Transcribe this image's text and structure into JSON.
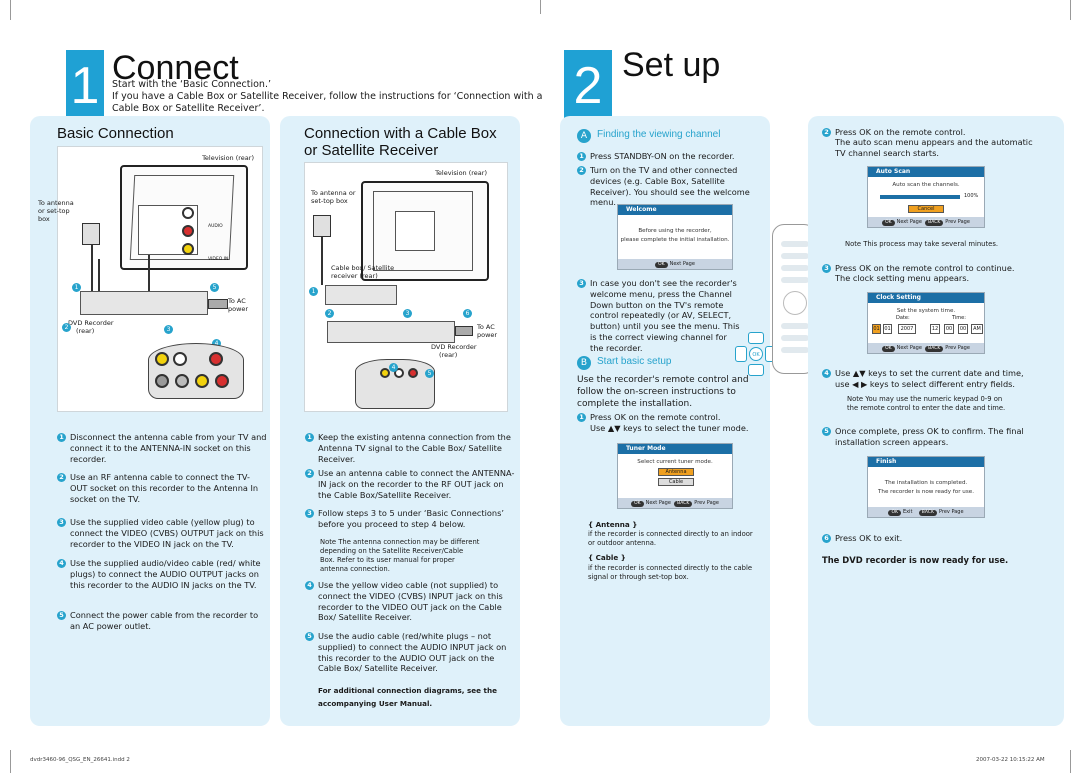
{
  "section1": {
    "number": "1",
    "title": "Connect",
    "intro1": "Start with the ‘Basic Connection.’",
    "intro2": "If you have a Cable Box or Satellite Receiver, follow the instructions for ‘Connection with a",
    "intro3": "Cable Box or Satellite Receiver’."
  },
  "basic": {
    "heading": "Basic Connection",
    "tv_label": "Television (rear)",
    "antenna_label1": "To antenna",
    "antenna_label2": "or set-top",
    "antenna_label3": "box",
    "audio_label": "AUDIO",
    "video_label": "VIDEO IN",
    "dvd_label": "DVD Recorder",
    "dvd_rear": "(rear)",
    "to_ac1": "To AC",
    "to_ac2": "power",
    "steps": [
      {
        "n": "1",
        "text": "Disconnect the antenna cable from your TV and connect it to the ANTENNA-IN socket on this recorder."
      },
      {
        "n": "2",
        "text": "Use an RF antenna cable to connect the TV-OUT socket on this recorder to the Antenna In socket on the TV."
      },
      {
        "n": "3",
        "text": "Use the supplied video cable (yellow plug) to connect the VIDEO (CVBS) OUTPUT jack on this recorder to the VIDEO IN jack on the TV."
      },
      {
        "n": "4",
        "text": "Use the supplied audio/video cable (red/ white plugs) to connect the AUDIO OUTPUT jacks on this recorder to the AUDIO IN jacks on the TV."
      },
      {
        "n": "5",
        "text": "Connect the power cable from the recorder to an AC power outlet."
      }
    ]
  },
  "cable": {
    "heading1": "Connection with a Cable Box",
    "heading2": "or Satellite Receiver",
    "tv_label": "Television (rear)",
    "antenna_label1": "To antenna or",
    "antenna_label2": "set-top box",
    "cablebox1": "Cable box/ Satellite",
    "cablebox2": "receiver (rear)",
    "to_ac1": "To AC",
    "to_ac2": "power",
    "dvd1": "DVD Recorder",
    "dvd2": "(rear)",
    "steps": [
      {
        "n": "1",
        "text": "Keep the existing antenna connection from the Antenna TV signal to the Cable Box/ Satellite Receiver."
      },
      {
        "n": "2",
        "text": "Use an antenna cable to connect the ANTENNA-IN jack on the recorder to the RF OUT jack on the Cable Box/Satellite Receiver."
      },
      {
        "n": "3",
        "text": "Follow steps 3 to 5 under ‘Basic Connections’ before you proceed to step 4 below."
      },
      {
        "n": "4",
        "text": "Use the yellow video cable (not supplied) to connect the VIDEO (CVBS) INPUT jack on this recorder to the VIDEO OUT jack on the Cable Box/ Satellite Receiver."
      },
      {
        "n": "5",
        "text": "Use the audio cable (red/white plugs – not supplied) to connect the AUDIO INPUT jack on this recorder to the AUDIO OUT jack on the Cable Box/ Satellite Receiver."
      }
    ],
    "note": "Note The antenna connection may be different depending on the Satellite Receiver/Cable Box. Refer to its user manual for proper antenna connection.",
    "footer1": "For additional connection diagrams, see the",
    "footer2": "accompanying User Manual."
  },
  "section2": {
    "number": "2",
    "title": "Set up"
  },
  "partA": {
    "letter": "A",
    "heading": "Finding the viewing channel",
    "step1": "Press STANDBY-ON on the recorder.",
    "step2": "Turn on the TV and other connected devices (e.g. Cable Box, Satellite Receiver). You should see the welcome menu.",
    "welcome_title": "Welcome",
    "welcome_msg1": "Before using the recorder,",
    "welcome_msg2": "please complete the initial installation.",
    "welcome_ok": "OK",
    "welcome_next": "Next Page",
    "step3": "In case you don't see the recorder's welcome menu, press the Channel Down button on the TV's remote control repeatedly (or AV, SELECT, button) until you see the menu. This is the correct viewing channel for the recorder."
  },
  "partB": {
    "letter": "B",
    "heading": "Start basic setup",
    "intro": "Use the recorder's remote control and follow the on-screen instructions to complete the installation.",
    "step1a": "Press OK on the remote control.",
    "step1b": "Use ▲▼ keys to select the tuner mode.",
    "tuner_title": "Tuner Mode",
    "tuner_msg": "Select current tuner mode.",
    "tuner_opt1": "Antenna",
    "tuner_opt2": "Cable",
    "tuner_next": "Next Page",
    "tuner_prev": "Prev Page",
    "ok": "OK",
    "back": "BACK",
    "antenna_head": "{ Antenna }",
    "antenna_text": "if the recorder is connected directly to an indoor or outdoor antenna.",
    "cable_head": "{ Cable }",
    "cable_text": "if the recorder is connected directly to the cable signal or through set-top box."
  },
  "right": {
    "step2a": "Press OK on the remote control.",
    "step2b": "The auto scan menu appears and the automatic TV channel search starts.",
    "autoscan_title": "Auto Scan",
    "autoscan_msg": "Auto scan the channels.",
    "autoscan_pct": "100%",
    "autoscan_cancel": "Cancel",
    "note1": "Note This process may take several minutes.",
    "step3a": "Press OK on the remote control to continue.",
    "step3b": "The clock setting menu appears.",
    "clock_title": "Clock Setting",
    "clock_msg": "Set the system time.",
    "clock_date": "Date:",
    "clock_time": "Time:",
    "clock_vals": [
      "01",
      "01",
      "2007",
      "12",
      "00",
      "00",
      "AM"
    ],
    "step4a": "Use ▲▼ keys to set the current date and time,",
    "step4b": "use ◀ ▶ keys to select different entry fields.",
    "note2a": "Note You may use the numeric keypad 0-9 on",
    "note2b": "the remote control to enter the date and time.",
    "step5": "Once complete, press OK to confirm. The final installation screen appears.",
    "finish_title": "Finish",
    "finish_msg1": "The installation is completed.",
    "finish_msg2": "The recorder is now ready for use.",
    "finish_exit": "Exit",
    "finish_prev": "Prev Page",
    "step6": "Press OK to exit.",
    "ready": "The DVD recorder is now ready for use."
  },
  "footer": {
    "left": "dvdr3460-96_QSG_EN_26641.indd 2",
    "right": "2007-03-22 10:15:22 AM"
  }
}
